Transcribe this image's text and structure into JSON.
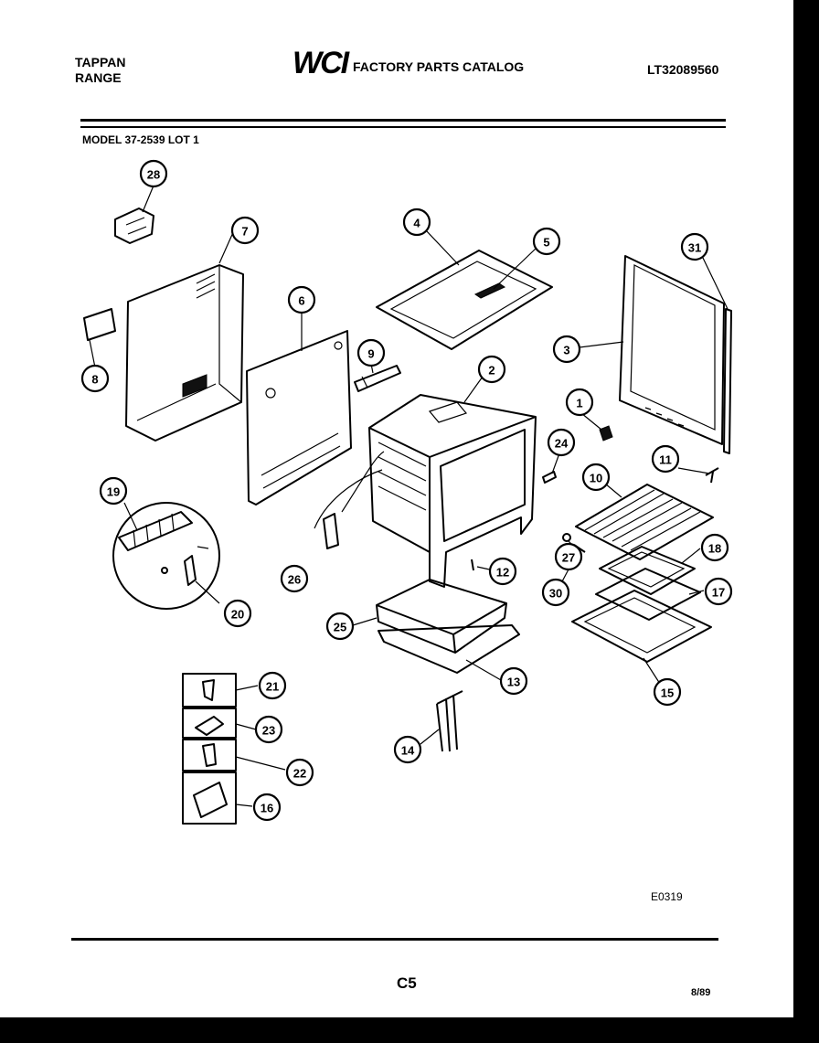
{
  "header": {
    "brand_line1": "TAPPAN",
    "brand_line2": "RANGE",
    "logo_text": "WCI",
    "catalog_title": "FACTORY PARTS CATALOG",
    "document_number": "LT32089560",
    "model_line": "MODEL 37-2539 LOT 1"
  },
  "footer": {
    "diagram_code": "E0319",
    "page_number": "C5",
    "date": "8/89"
  },
  "callouts": [
    "28",
    "7",
    "8",
    "6",
    "9",
    "4",
    "5",
    "2",
    "3",
    "31",
    "1",
    "24",
    "11",
    "10",
    "19",
    "20",
    "26",
    "12",
    "27",
    "18",
    "30",
    "17",
    "25",
    "13",
    "15",
    "21",
    "23",
    "22",
    "16",
    "14"
  ]
}
